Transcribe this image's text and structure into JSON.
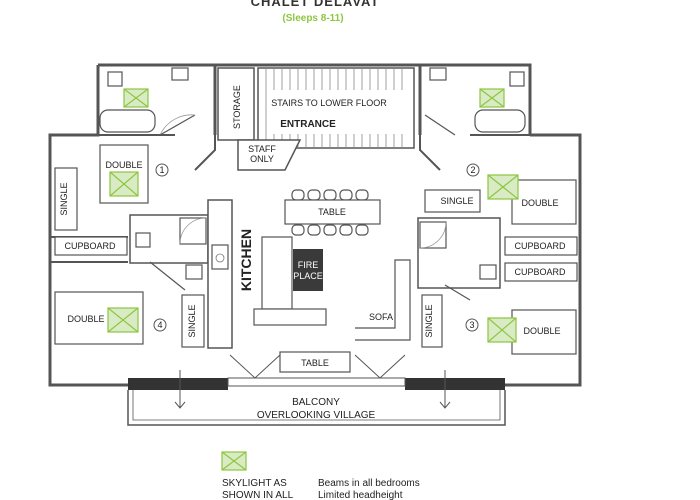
{
  "header": {
    "title": "CHALET DELAVAT",
    "subtitle": "(Sleeps 8-11)"
  },
  "rooms": {
    "storage": "STORAGE",
    "stairs": "STAIRS TO LOWER FLOOR",
    "entrance": "ENTRANCE",
    "staff_line1": "STAFF",
    "staff_line2": "ONLY",
    "kitchen": "KITCHEN",
    "fireplace_line1": "FIRE",
    "fireplace_line2": "PLACE",
    "table_top": "TABLE",
    "table_bottom": "TABLE",
    "sofa": "SOFA",
    "balcony": "BALCONY",
    "balcony_sub": "OVERLOOKING VILLAGE"
  },
  "bedrooms": {
    "r1": {
      "number": "1",
      "bed": "DOUBLE",
      "single": "SINGLE",
      "cupboard": "CUPBOARD"
    },
    "r2": {
      "number": "2",
      "bed": "DOUBLE",
      "single": "SINGLE",
      "cupboard": "CUPBOARD"
    },
    "r3": {
      "number": "3",
      "bed": "DOUBLE",
      "single": "SINGLE",
      "cupboard": "CUPBOARD"
    },
    "r4": {
      "number": "4",
      "bed": "DOUBLE",
      "single": "SINGLE"
    }
  },
  "legend": {
    "skylight_line1": "SKYLIGHT AS",
    "skylight_line2": "SHOWN IN ALL",
    "note_line1": "Beams in all bedrooms",
    "note_line2": "Limited headheight"
  },
  "colors": {
    "accent": "#8dc63f",
    "wall": "#555555",
    "fireplace": "#3a3a3a"
  }
}
